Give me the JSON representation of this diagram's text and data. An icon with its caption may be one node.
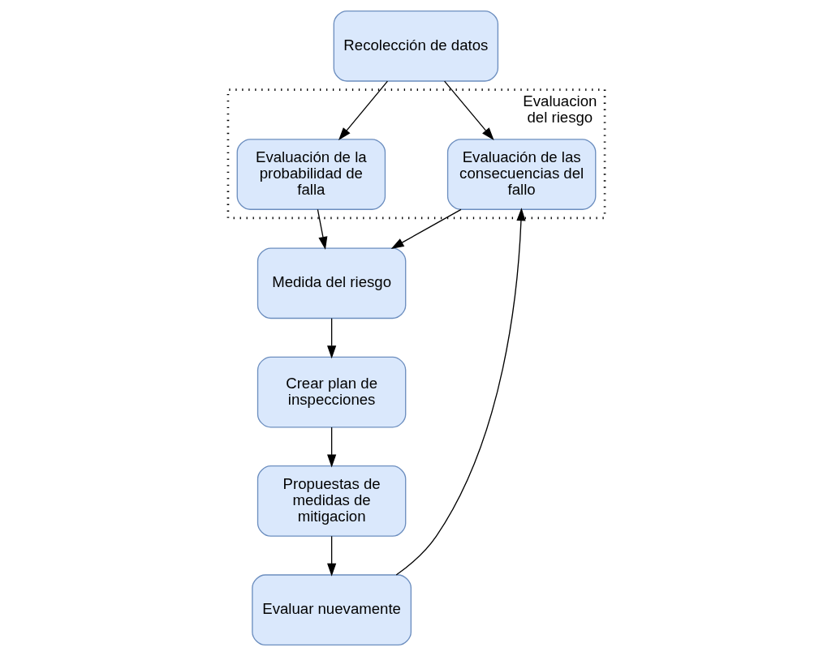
{
  "diagram": {
    "nodes": [
      {
        "text": [
          "Recolección de datos"
        ]
      },
      {
        "text": [
          "Evaluacion del riesgo"
        ]
      },
      {
        "text": [
          "Evaluación de las consecuencias del fallo"
        ],
        "in": 1
      },
      {
        "text": [
          "Evaluación de la probabilidad de falla"
        ],
        "in": 1
      },
      {
        "text": [
          "Medida del riesgo"
        ]
      },
      {
        "text": [
          "Crear plan de inspecciones"
        ]
      },
      {
        "text": [
          "Propuestas de medidas de mitigacion"
        ]
      },
      {
        "text": [
          "Evaluar nuevamente"
        ]
      }
    ],
    "edges": [
      {
        "from": 0,
        "to": 2,
        "arrow": "to"
      },
      {
        "from": 0,
        "to": 3,
        "arrow": "to"
      },
      {
        "from": 2,
        "to": 4,
        "arrow": "to"
      },
      {
        "from": 3,
        "to": 4,
        "arrow": "to"
      },
      {
        "from": 4,
        "to": 5,
        "arrow": "to"
      },
      {
        "from": 5,
        "to": 6,
        "arrow": "to"
      },
      {
        "from": 6,
        "to": 7,
        "arrow": "to"
      },
      {
        "from": 7,
        "to": 2,
        "arrow": "to"
      }
    ]
  }
}
